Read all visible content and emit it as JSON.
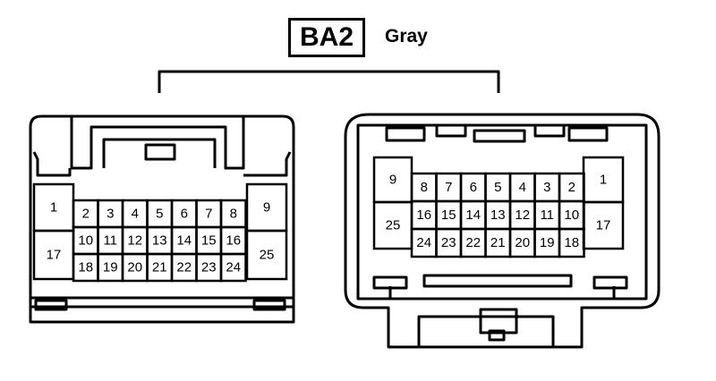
{
  "header": {
    "code": "BA2",
    "color": "Gray"
  },
  "connectors": {
    "left": {
      "pins": [
        "1",
        "2",
        "3",
        "4",
        "5",
        "6",
        "7",
        "8",
        "9",
        "10",
        "11",
        "12",
        "13",
        "14",
        "15",
        "16",
        "17",
        "18",
        "19",
        "20",
        "21",
        "22",
        "23",
        "24",
        "25"
      ]
    },
    "right": {
      "pins": [
        "1",
        "2",
        "3",
        "4",
        "5",
        "6",
        "7",
        "8",
        "9",
        "10",
        "11",
        "12",
        "13",
        "14",
        "15",
        "16",
        "17",
        "18",
        "19",
        "20",
        "21",
        "22",
        "23",
        "24",
        "25"
      ]
    }
  }
}
